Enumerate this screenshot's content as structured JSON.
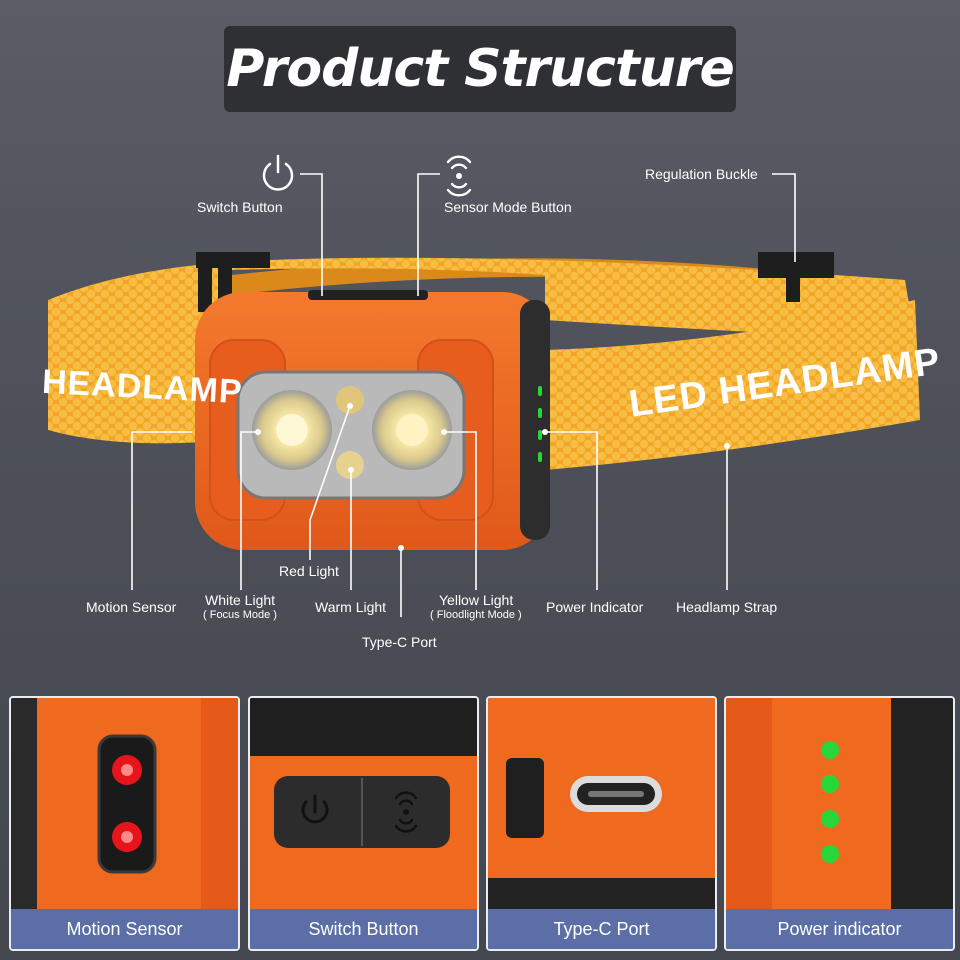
{
  "title": "Product Structure",
  "callouts": {
    "switch_button": "Switch Button",
    "sensor_mode_button": "Sensor Mode Button",
    "regulation_buckle": "Regulation Buckle",
    "motion_sensor": "Motion Sensor",
    "white_light": "White Light",
    "white_light_sub": "( Focus Mode )",
    "red_light": "Red Light",
    "warm_light": "Warm Light",
    "type_c_port": "Type-C Port",
    "yellow_light": "Yellow Light",
    "yellow_light_sub": "( Floodlight Mode )",
    "power_indicator": "Power Indicator",
    "headlamp_strap": "Headlamp Strap"
  },
  "strap_text": "LED HEADLAMP",
  "panels": [
    {
      "caption": "Motion Sensor"
    },
    {
      "caption": "Switch Button"
    },
    {
      "caption": "Type-C Port"
    },
    {
      "caption": "Power indicator"
    }
  ],
  "colors": {
    "strap": "#f0a11e",
    "body": "#f06a1e",
    "indicator": "#29d63a",
    "sensor_led": "#e8141c",
    "caption_bar": "#5b6fa6"
  }
}
